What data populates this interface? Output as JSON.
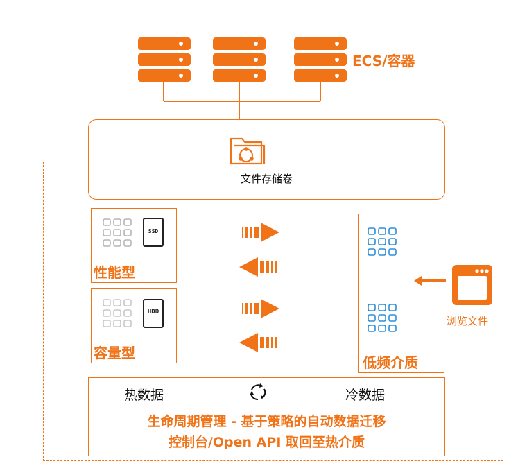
{
  "colors": {
    "accent": "#F07317",
    "cold_tier": "#2F8ED8",
    "grid_gray": "#B5B5B5",
    "text": "#111111"
  },
  "compute": {
    "label": "ECS/容器",
    "icon": "server-rack-icon"
  },
  "volume": {
    "label": "文件存储卷",
    "icon": "folder-share-icon"
  },
  "tiers": {
    "performance": {
      "label": "性能型",
      "drive": "SSD"
    },
    "capacity": {
      "label": "容量型",
      "drive": "HDD"
    },
    "low_freq": {
      "label": "低频介质"
    }
  },
  "browse": {
    "label": "浏览文件",
    "icon": "browser-window-icon"
  },
  "lifecycle": {
    "hot": "热数据",
    "cold": "冷数据",
    "line1": "生命周期管理 - 基于策略的自动数据迁移",
    "line2": "控制台/Open API 取回至热介质"
  }
}
